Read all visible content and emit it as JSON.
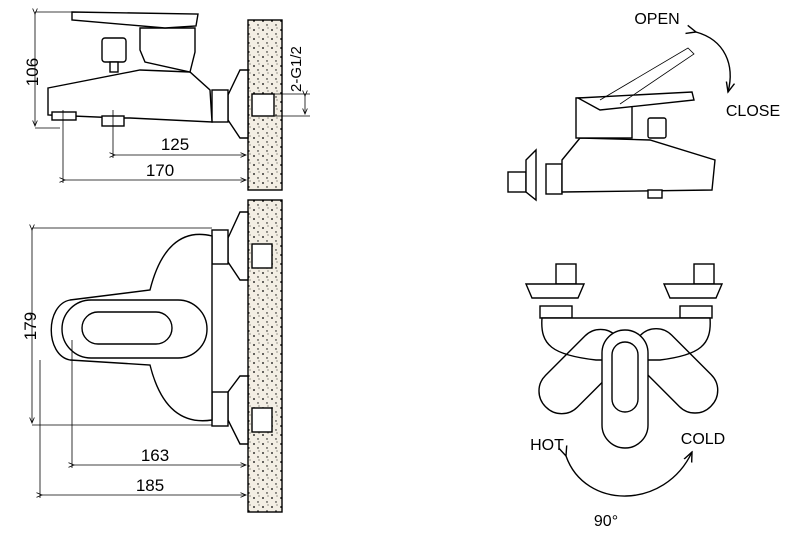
{
  "side_view": {
    "dim_height": "106",
    "dim_thread": "2-G1/2",
    "dim_spout_inner": "125",
    "dim_spout_outer": "170"
  },
  "top_view": {
    "dim_width": "179",
    "dim_inner": "163",
    "dim_outer": "185"
  },
  "lever_side_view": {
    "open_label": "OPEN",
    "close_label": "CLOSE"
  },
  "lever_front_view": {
    "hot_label": "HOT",
    "cold_label": "COLD",
    "angle_label": "90°"
  }
}
